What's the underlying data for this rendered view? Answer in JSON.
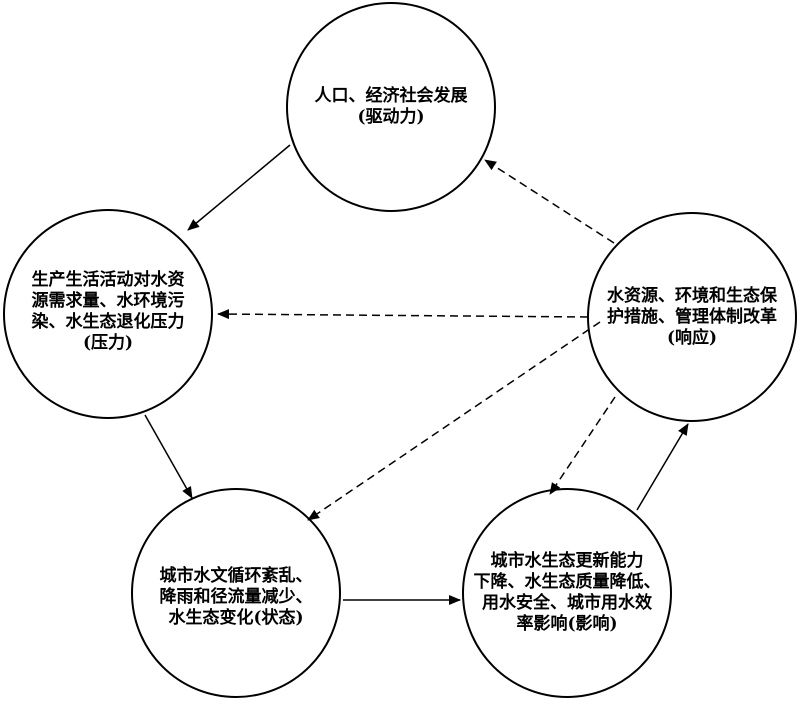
{
  "nodes": [
    {
      "id": "driver",
      "lines": [
        "人口、经济社会发展",
        "(驱动力)"
      ]
    },
    {
      "id": "pressure",
      "lines": [
        "生产生活活动对水资",
        "源需求量、水环境污",
        "染、水生态退化压力",
        "(压力)"
      ]
    },
    {
      "id": "state",
      "lines": [
        "城市水文循环紊乱、",
        "降雨和径流量减少、",
        "水生态变化(状态)"
      ]
    },
    {
      "id": "impact",
      "lines": [
        "城市水生态更新能力",
        "下降、水生态质量降低、",
        "用水安全、城市用水效",
        "率影响(影响)"
      ]
    },
    {
      "id": "response",
      "lines": [
        "水资源、环境和生态保",
        "护措施、管理体制改革",
        "(响应)"
      ]
    }
  ],
  "colors": {
    "stroke": "#000000",
    "background": "#ffffff"
  }
}
